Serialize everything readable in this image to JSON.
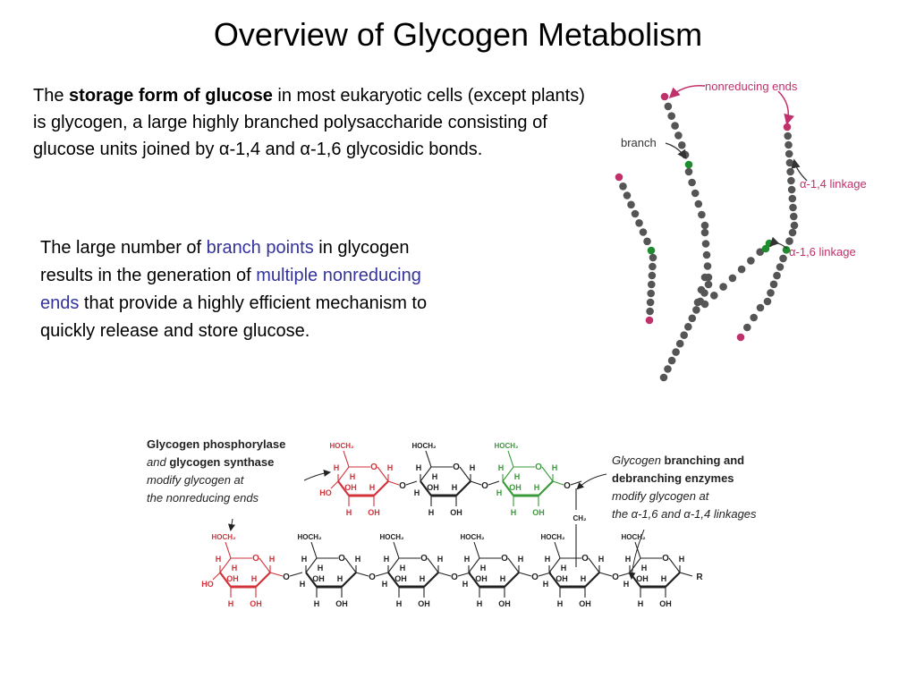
{
  "slide": {
    "title": "Overview of Glycogen Metabolism",
    "para1": {
      "pre": "The ",
      "bold": "storage form of glucose",
      "post": " in most eukaryotic cells (except plants) is glycogen, a large highly branched polysaccharide consisting of glucose units joined by α-1,4 and α-1,6 glycosidic bonds."
    },
    "para2": {
      "t1": "The large number of ",
      "h1": "branch points",
      "t2": " in glycogen results in the generation of ",
      "h2": "multiple nonreducing ends",
      "t3": " that provide a highly efficient mechanism to quickly release and store glucose."
    }
  },
  "glycogen_figure": {
    "nonreducing_ends": "nonreducing ends",
    "branch": "branch",
    "a14": "α-1,4 linkage",
    "a16": "α-1,6 linkage",
    "colors": {
      "end": "#c0306a",
      "branch": "#1e8c2e",
      "unit": "#555555"
    }
  },
  "structure_figure": {
    "left_label": {
      "l1": "Glycogen phosphorylase",
      "l2_pre": "and ",
      "l2_bold": "glycogen synthase",
      "l3": "modify glycogen at",
      "l4": "the nonreducing ends"
    },
    "right_label": {
      "l1_pre": "Glycogen ",
      "l1_bold": "branching and",
      "l2": "debranching enzymes",
      "l3": "modify glycogen at",
      "l4": "the α-1,6 and α-1,4 linkages"
    },
    "atoms": {
      "hoch2": "HOCH₂",
      "h": "H",
      "oh": "OH",
      "ho": "HO",
      "o": "O",
      "ch2": "CH₂",
      "r": "R"
    },
    "colors": {
      "red": "#d2323a",
      "green": "#3a9a3a",
      "black": "#222222"
    }
  }
}
